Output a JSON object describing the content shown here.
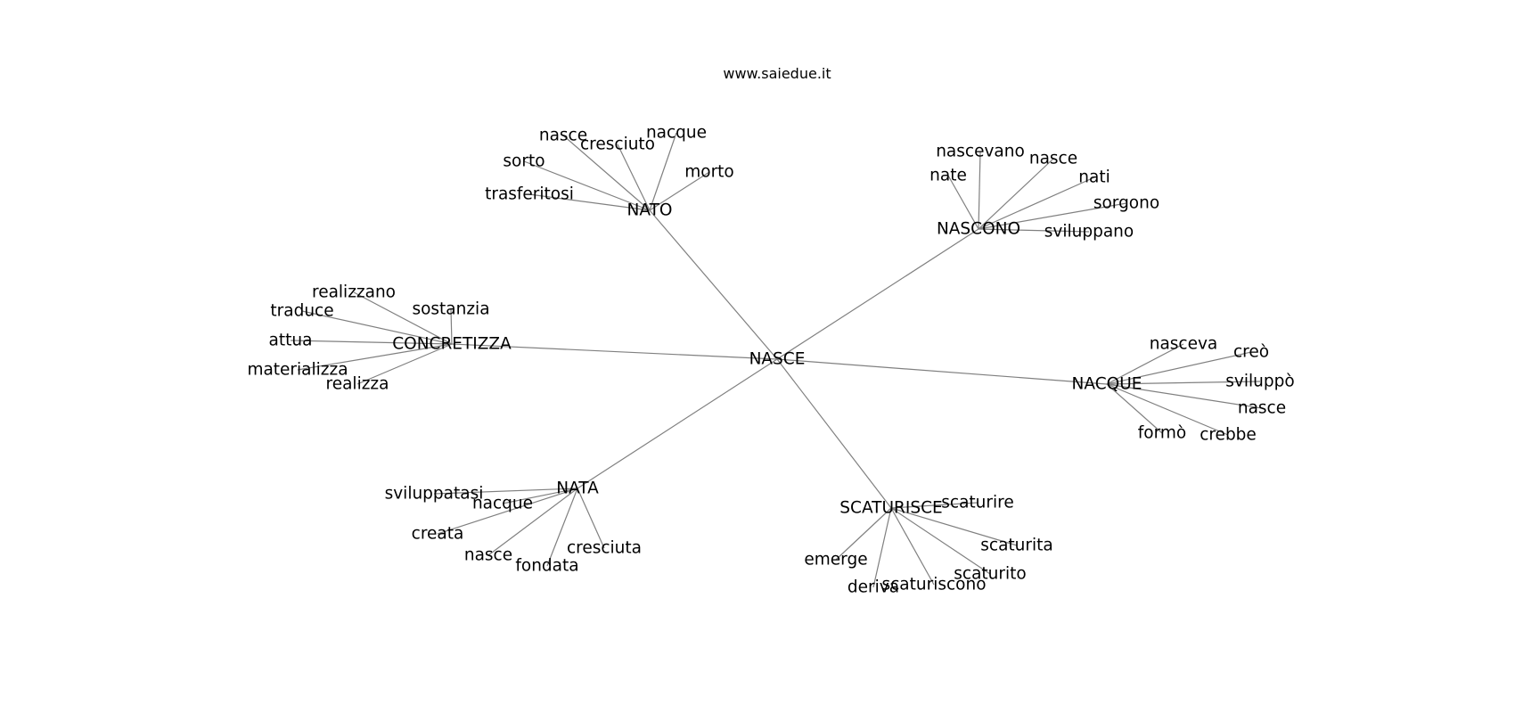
{
  "title": "www.saiedue.it",
  "colors": {
    "edge": "#808080",
    "text": "#000000",
    "background": "#ffffff"
  },
  "graph": {
    "center": "NASCE",
    "hubs": [
      {
        "label": "NATO",
        "leaves": [
          "nasce",
          "cresciuto",
          "nacque",
          "sorto",
          "morto",
          "trasferitosi"
        ]
      },
      {
        "label": "NASCONO",
        "leaves": [
          "nascevano",
          "nasce",
          "nate",
          "nati",
          "sorgono",
          "sviluppano"
        ]
      },
      {
        "label": "CONCRETIZZA",
        "leaves": [
          "realizzano",
          "traduce",
          "sostanzia",
          "attua",
          "materializza",
          "realizza"
        ]
      },
      {
        "label": "NACQUE",
        "leaves": [
          "nasceva",
          "creò",
          "sviluppò",
          "nasce",
          "formò",
          "crebbe"
        ]
      },
      {
        "label": "NATA",
        "leaves": [
          "sviluppatasi",
          "nacque",
          "creata",
          "nasce",
          "fondata",
          "cresciuta"
        ]
      },
      {
        "label": "SCATURISCE",
        "leaves": [
          "scaturire",
          "scaturita",
          "emerge",
          "scaturito",
          "scaturiscono",
          "deriva"
        ]
      }
    ]
  }
}
